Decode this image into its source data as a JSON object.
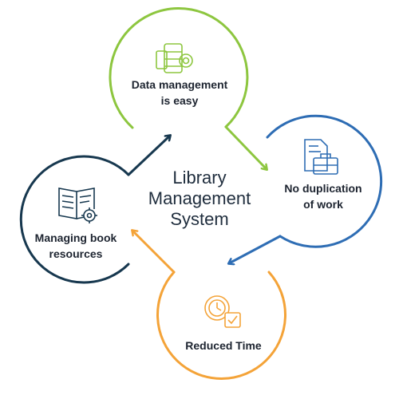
{
  "title": {
    "lines": [
      "Library",
      "Management",
      "System"
    ]
  },
  "nodes": {
    "top": {
      "lines": [
        "Data management",
        "is easy"
      ],
      "icon": "database-icon",
      "color": "#8dc63f"
    },
    "right": {
      "lines": [
        "No duplication",
        "of work"
      ],
      "icon": "document-briefcase-icon",
      "color": "#2e6db4"
    },
    "bottom": {
      "lines": [
        "Reduced Time"
      ],
      "icon": "clock-check-icon",
      "color": "#f4a338"
    },
    "left": {
      "lines": [
        "Managing book",
        "resources"
      ],
      "icon": "book-gear-icon",
      "color": "#17384f"
    }
  }
}
